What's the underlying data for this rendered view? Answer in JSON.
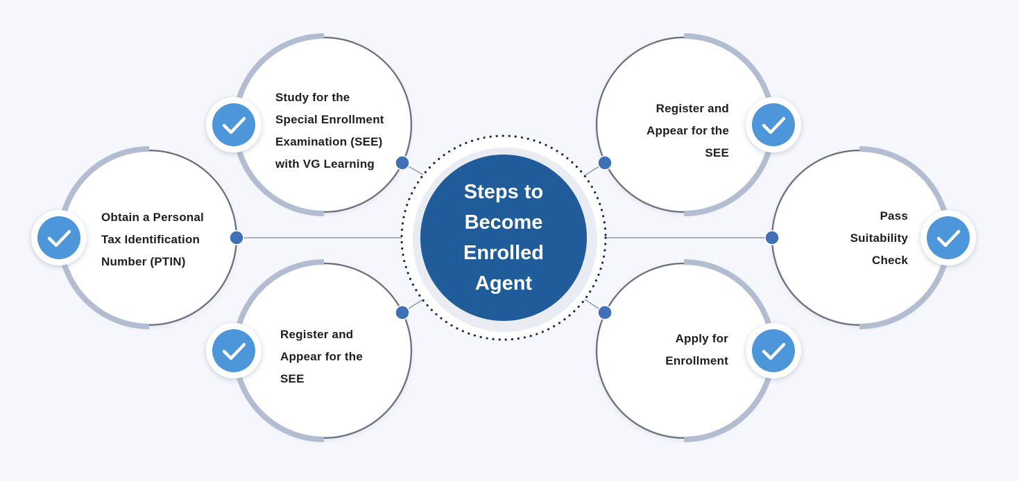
{
  "title_lines": [
    "Steps to",
    "Become",
    "Enrolled",
    "Agent"
  ],
  "steps": [
    {
      "lines": [
        "Study for the",
        "Special Enrollment",
        "Examination (SEE)",
        "with VG Learning"
      ]
    },
    {
      "lines": [
        "Obtain a Personal",
        "Tax Identification",
        "Number (PTIN)"
      ]
    },
    {
      "lines": [
        "Register and",
        "Appear for the",
        "SEE"
      ]
    },
    {
      "lines": [
        "Register and",
        "Appear for the",
        "SEE"
      ]
    },
    {
      "lines": [
        "Pass",
        "Suitability",
        "Check"
      ]
    },
    {
      "lines": [
        "Apply for",
        "Enrollment"
      ]
    }
  ],
  "icons": {
    "check": "check-icon"
  },
  "colors": {
    "background": "#f6f7fc",
    "center_fill": "#215c9a",
    "check_badge": "#4d96d9",
    "connector_dot": "#3f70b8",
    "ring_light": "#b3bdd1",
    "ring_dark": "#6a6e78",
    "dotted_border": "#1c2a4a"
  }
}
